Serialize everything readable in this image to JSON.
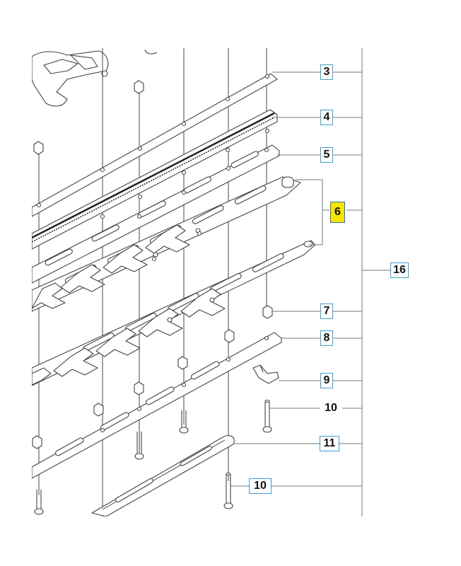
{
  "colors": {
    "line": "#444444",
    "leader": "#777777",
    "box_border": "#3f9fd0",
    "highlight": "#f7e400"
  },
  "callouts": [
    {
      "id": "c3",
      "label": "3",
      "boxed": true,
      "highlighted": false
    },
    {
      "id": "c4",
      "label": "4",
      "boxed": true,
      "highlighted": false
    },
    {
      "id": "c5",
      "label": "5",
      "boxed": true,
      "highlighted": false
    },
    {
      "id": "c6",
      "label": "6",
      "boxed": true,
      "highlighted": true
    },
    {
      "id": "c16",
      "label": "16",
      "boxed": true,
      "highlighted": false
    },
    {
      "id": "c7",
      "label": "7",
      "boxed": true,
      "highlighted": false
    },
    {
      "id": "c8",
      "label": "8",
      "boxed": true,
      "highlighted": false
    },
    {
      "id": "c9",
      "label": "9",
      "boxed": true,
      "highlighted": false
    },
    {
      "id": "c10a",
      "label": "10",
      "boxed": false,
      "highlighted": false
    },
    {
      "id": "c11",
      "label": "11",
      "boxed": true,
      "highlighted": false
    },
    {
      "id": "c10b",
      "label": "10",
      "boxed": true,
      "highlighted": false
    }
  ]
}
